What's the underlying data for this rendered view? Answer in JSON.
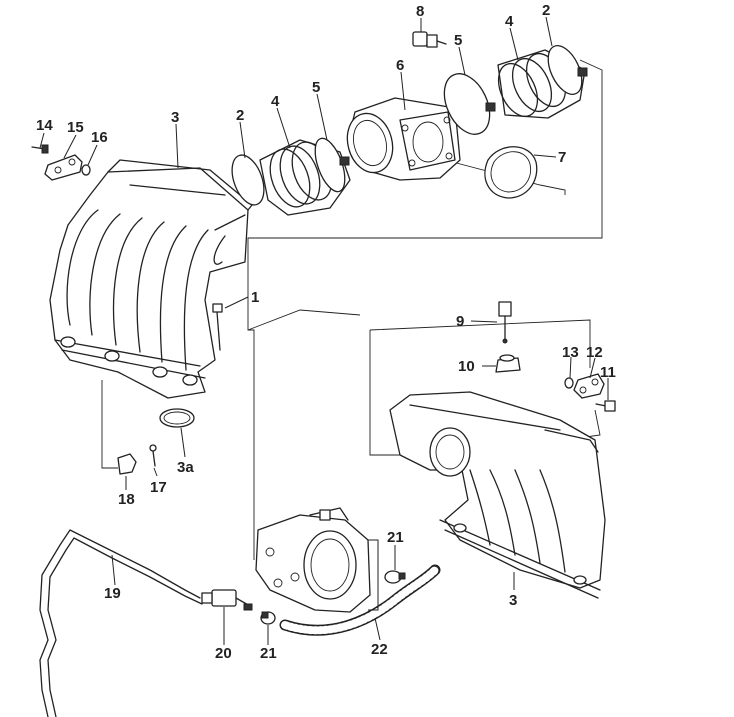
{
  "diagram": {
    "type": "exploded-parts-diagram",
    "callouts": [
      {
        "key": "c1",
        "label": "1"
      },
      {
        "key": "c2a",
        "label": "2"
      },
      {
        "key": "c2b",
        "label": "2"
      },
      {
        "key": "c3a",
        "label": "3"
      },
      {
        "key": "c3b",
        "label": "3"
      },
      {
        "key": "c3sub",
        "label": "3a"
      },
      {
        "key": "c4a",
        "label": "4"
      },
      {
        "key": "c4b",
        "label": "4"
      },
      {
        "key": "c5a",
        "label": "5"
      },
      {
        "key": "c5b",
        "label": "5"
      },
      {
        "key": "c6",
        "label": "6"
      },
      {
        "key": "c7",
        "label": "7"
      },
      {
        "key": "c8",
        "label": "8"
      },
      {
        "key": "c9",
        "label": "9"
      },
      {
        "key": "c10",
        "label": "10"
      },
      {
        "key": "c11",
        "label": "11"
      },
      {
        "key": "c12",
        "label": "12"
      },
      {
        "key": "c13",
        "label": "13"
      },
      {
        "key": "c14",
        "label": "14"
      },
      {
        "key": "c15",
        "label": "15"
      },
      {
        "key": "c16",
        "label": "16"
      },
      {
        "key": "c17",
        "label": "17"
      },
      {
        "key": "c18",
        "label": "18"
      },
      {
        "key": "c19",
        "label": "19"
      },
      {
        "key": "c20",
        "label": "20"
      },
      {
        "key": "c21a",
        "label": "21"
      },
      {
        "key": "c21b",
        "label": "21"
      },
      {
        "key": "c22",
        "label": "22"
      }
    ]
  }
}
